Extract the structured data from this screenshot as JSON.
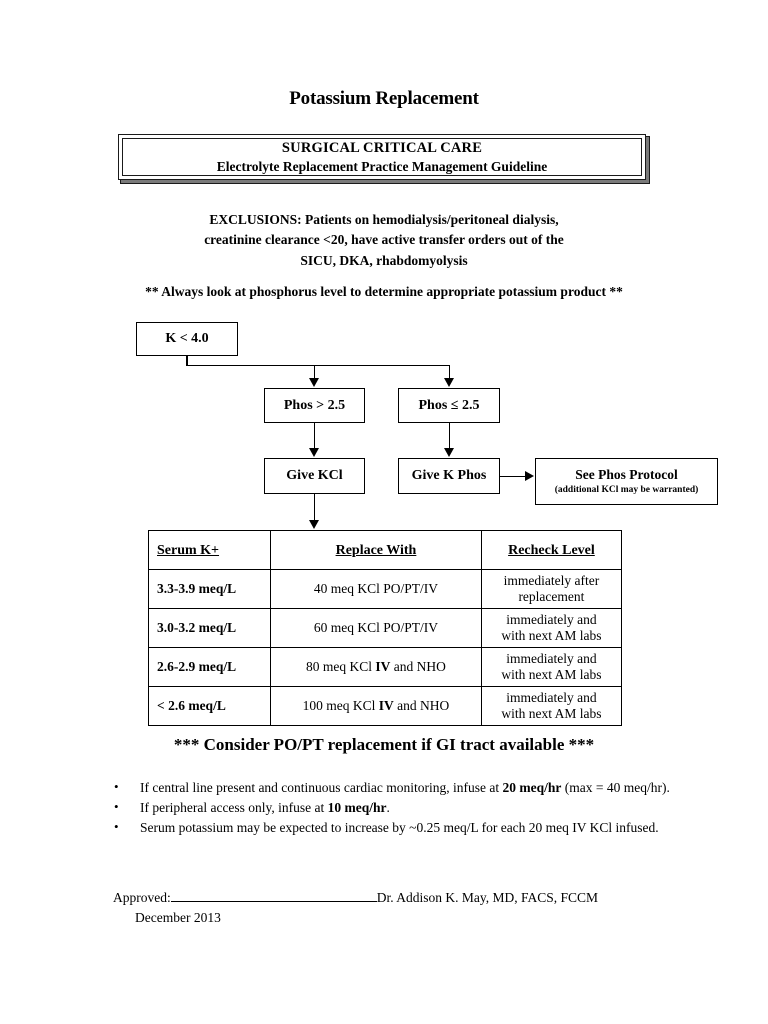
{
  "document": {
    "title": "Potassium Replacement",
    "header": {
      "line1": "SURGICAL CRITICAL CARE",
      "line2": "Electrolyte Replacement Practice Management Guideline"
    },
    "exclusions": {
      "line1": "EXCLUSIONS: Patients on hemodialysis/peritoneal dialysis,",
      "line2": "creatinine clearance <20, have active transfer orders out of the",
      "line3": "SICU, DKA, rhabdomyolysis"
    },
    "phos_note": "** Always look at phosphorus level to determine appropriate potassium product **"
  },
  "flowchart": {
    "boxes": {
      "k_level": "K < 4.0",
      "phos_high": "Phos > 2.5",
      "phos_low": "Phos ≤ 2.5",
      "give_kcl": "Give KCl",
      "give_kphos": "Give K Phos",
      "protocol_title": "See Phos Protocol",
      "protocol_sub": "(additional KCl may be warranted)"
    }
  },
  "table": {
    "headers": {
      "serum": "Serum K+",
      "replace": "Replace With",
      "recheck": "Recheck Level"
    },
    "rows": [
      {
        "serum": "3.3-3.9 meq/L",
        "replace_pre": "40 meq KCl PO/PT/IV",
        "replace_bold": "",
        "replace_post": "",
        "recheck_line1": "immediately after",
        "recheck_line2": "replacement"
      },
      {
        "serum": "3.0-3.2 meq/L",
        "replace_pre": "60 meq KCl PO/PT/IV",
        "replace_bold": "",
        "replace_post": "",
        "recheck_line1": "immediately and",
        "recheck_line2": "with next AM labs"
      },
      {
        "serum": "2.6-2.9 meq/L",
        "replace_pre": "80 meq KCl ",
        "replace_bold": "IV",
        "replace_post": " and NHO",
        "recheck_line1": "immediately and",
        "recheck_line2": "with next AM labs"
      },
      {
        "serum": "< 2.6 meq/L",
        "replace_pre": "100 meq KCl ",
        "replace_bold": "IV",
        "replace_post": " and NHO",
        "recheck_line1": "immediately and",
        "recheck_line2": "with next AM labs"
      }
    ]
  },
  "consider_note": "*** Consider PO/PT replacement if GI tract available ***",
  "bullets": [
    {
      "marker": "•",
      "pre": "If central line present and continuous cardiac monitoring, infuse at ",
      "bold": "20 meq/hr",
      "post": " (max = 40 meq/hr)."
    },
    {
      "marker": "•",
      "pre": "If peripheral access only, infuse at ",
      "bold": "10 meq/hr",
      "post": "."
    },
    {
      "marker": "•",
      "pre": "Serum potassium may be expected to increase by ~0.25 meq/L for each 20 meq IV KCl infused.",
      "bold": "",
      "post": ""
    }
  ],
  "approval": {
    "label": "Approved:",
    "signer": "Dr. Addison K. May, MD, FACS, FCCM",
    "date": "December 2013"
  }
}
